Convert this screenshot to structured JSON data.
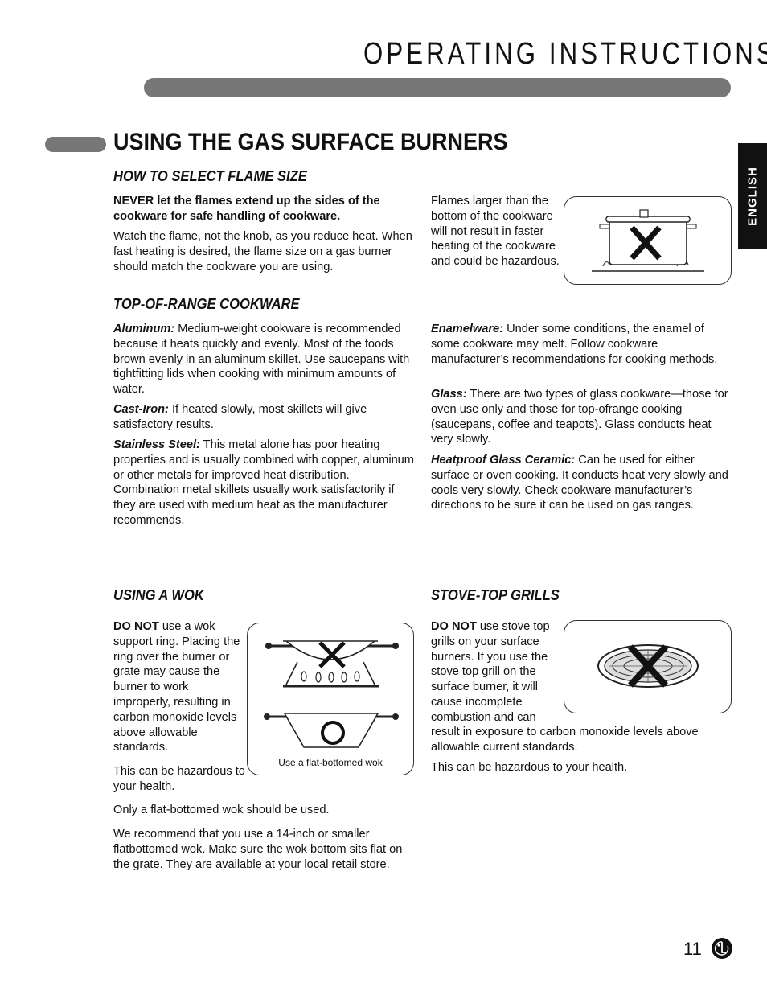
{
  "header": {
    "title": "OPERATING INSTRUCTIONS"
  },
  "section": {
    "title": "USING THE GAS SURFACE BURNERS"
  },
  "language_tab": "ENGLISH",
  "flame_size": {
    "heading": "HOW TO SELECT FLAME SIZE",
    "warning": "NEVER let the flames extend up the sides of the cookware for safe handling of cookware.",
    "body": "Watch the flame, not the knob, as you reduce heat. When fast heating is desired, the flame size on a gas burner should match the cookware you are using.",
    "side_note": "Flames larger than the bottom of the cookware will not result in faster heating of the cookware and could be hazardous."
  },
  "cookware": {
    "heading": "TOP-OF-RANGE COOKWARE",
    "left": [
      {
        "term": "Aluminum:",
        "text": " Medium-weight cookware is recommended because it heats quickly and evenly. Most of the foods brown evenly in an aluminum skillet. Use saucepans with tightfitting lids when cooking with minimum amounts of water."
      },
      {
        "term": "Cast-Iron:",
        "text": " If heated slowly, most skillets will give satisfactory results."
      },
      {
        "term": "Stainless Steel:",
        "text": " This metal alone has poor heating properties and is usually combined with copper, aluminum or other metals for improved heat distribution. Combination metal skillets usually work satisfactorily if they are used with medium heat as the manufacturer recommends."
      }
    ],
    "right": [
      {
        "term": "Enamelware:",
        "text": " Under some conditions, the enamel of some cookware may melt. Follow cookware manufacturer’s recommendations for cooking methods."
      },
      {
        "term": "Glass:",
        "text": " There are two types of glass cookware—those for oven use only and those for top-ofrange cooking (saucepans, coffee and teapots). Glass conducts heat very slowly."
      },
      {
        "term": "Heatproof Glass Ceramic:",
        "text": " Can be used for either surface or oven cooking. It conducts heat very slowly and cools very slowly. Check cookware manufacturer’s directions to be sure it can be used on gas ranges."
      }
    ]
  },
  "wok": {
    "heading": "USING A WOK",
    "do_not": "DO NOT",
    "warning_rest": " use a wok support ring. Placing the ring over the burner or grate may cause the burner to work improperly, resulting in carbon monoxide levels above allowable standards.",
    "hazard": "This can be hazardous to your health.",
    "only_flat": "Only a flat-bottomed wok should be used.",
    "recommend": "We recommend that you use a 14-inch or smaller flatbottomed wok. Make sure the wok bottom sits flat on the grate. They are available at your local retail store.",
    "caption": "Use a flat-bottomed wok"
  },
  "grills": {
    "heading": "STOVE-TOP GRILLS",
    "do_not": "DO NOT",
    "warning_rest": " use stove top grills on your surface burners. If you use the stove top grill on the surface burner, it will cause incomplete combustion and can",
    "warning_cont": "result in exposure to carbon monoxide levels above allowable current standards.",
    "hazard": "This can be hazardous to your health."
  },
  "page_number": "11"
}
